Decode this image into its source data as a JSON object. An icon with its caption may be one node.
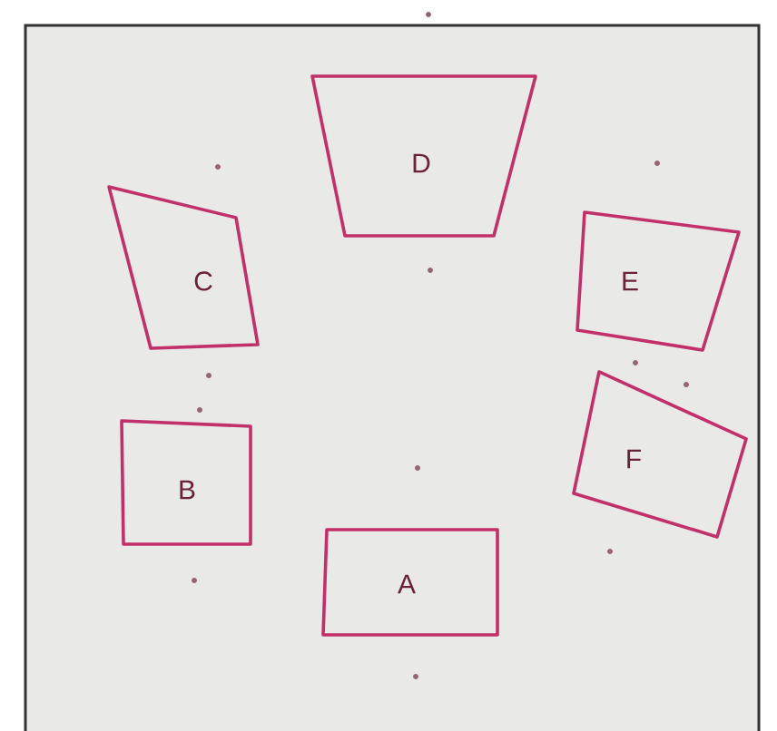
{
  "diagram": {
    "nodes": [
      {
        "text": [
          "D"
        ]
      },
      {
        "text": [
          "C"
        ]
      },
      {
        "text": [
          "E"
        ]
      },
      {
        "text": [
          "B"
        ]
      },
      {
        "text": [
          "F"
        ]
      },
      {
        "text": [
          "A"
        ]
      }
    ]
  }
}
